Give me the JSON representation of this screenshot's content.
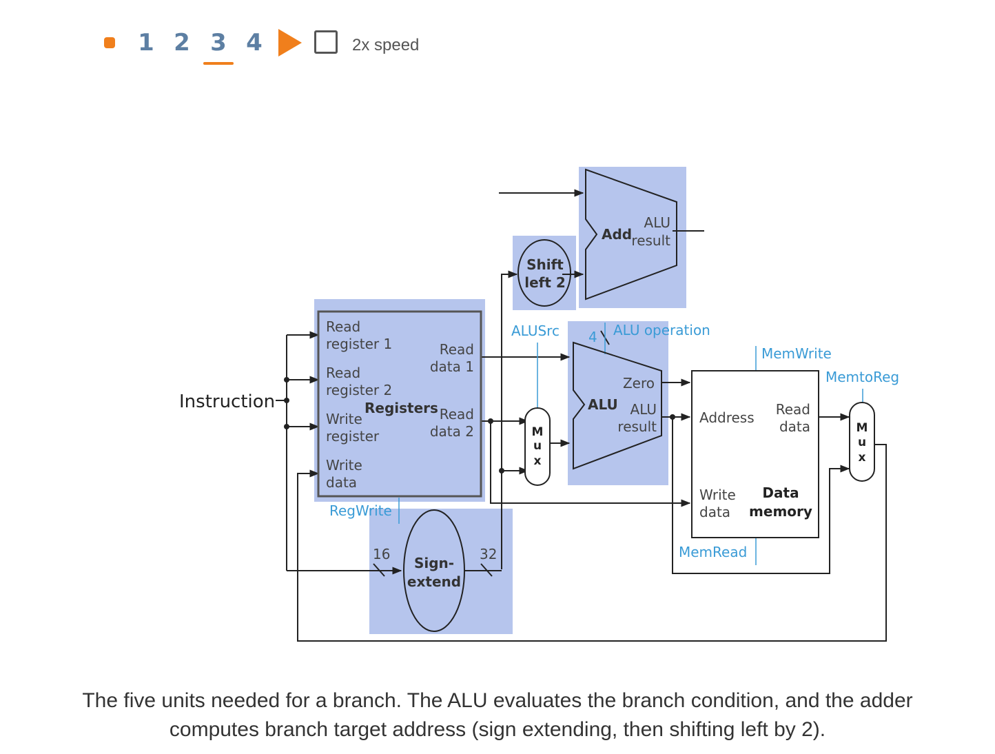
{
  "controls": {
    "steps": [
      "1",
      "2",
      "3",
      "4"
    ],
    "active_step": "3",
    "speed_label": "2x speed"
  },
  "colors": {
    "accent": "#f07f1c",
    "step_text": "#5d7fa3",
    "highlight": "#a9bbea",
    "signal_text": "#3a9bd6",
    "line": "#222222"
  },
  "diagram": {
    "instruction": "Instruction",
    "registers": {
      "read_register_1": [
        "Read",
        "register 1"
      ],
      "read_register_2": [
        "Read",
        "register 2"
      ],
      "write_register": [
        "Write",
        "register"
      ],
      "write_data": [
        "Write",
        "data"
      ],
      "read_data_1": [
        "Read",
        "data 1"
      ],
      "read_data_2": [
        "Read",
        "data 2"
      ],
      "title": "Registers"
    },
    "adder": {
      "title": "Add",
      "result": [
        "ALU",
        "result"
      ]
    },
    "shift_left": [
      "Shift",
      "left 2"
    ],
    "alu": {
      "title": "ALU",
      "zero": "Zero",
      "result": [
        "ALU",
        "result"
      ]
    },
    "mux_letters": [
      "M",
      "u",
      "x"
    ],
    "sign_extend": [
      "Sign-",
      "extend"
    ],
    "bit_in": "16",
    "bit_out": "32",
    "alu_op_bits": "4",
    "data_memory": {
      "address": "Address",
      "read_data": [
        "Read",
        "data"
      ],
      "write_data": [
        "Write",
        "data"
      ],
      "title": [
        "Data",
        "memory"
      ]
    },
    "signals": {
      "alusrc": "ALUSrc",
      "alu_operation": "ALU operation",
      "memwrite": "MemWrite",
      "memtoreg": "MemtoReg",
      "regwrite": "RegWrite",
      "memread": "MemRead"
    }
  },
  "caption": {
    "line1": "The five units needed for a branch. The ALU evaluates the branch condition, and the adder",
    "line2": "computes branch target address (sign extending, then shifting left by 2)."
  }
}
